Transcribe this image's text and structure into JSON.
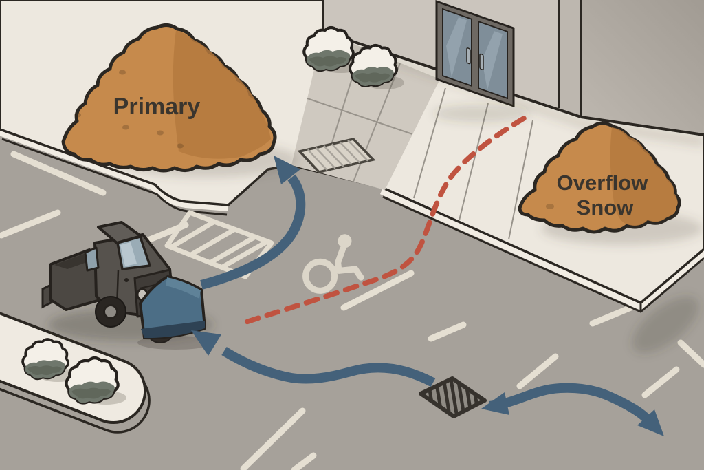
{
  "illustration": {
    "type": "isometric parking-lot snow management diagram",
    "labels": {
      "primary_pile": "Primary",
      "overflow_pile_line1": "Overflow",
      "overflow_pile_line2": "Snow"
    },
    "icons": {
      "wheelchair_symbol": "wheelchair-symbol",
      "storm_drain": "storm-drain-grate",
      "snow_shrub": "snow-covered-shrub",
      "plow_truck": "plow-truck",
      "route_arrows": "plow-path-arrow",
      "pedestrian_route": "dashed-route-line"
    },
    "colors": {
      "pile_orange": "#C68A4C",
      "pile_orange_shade": "#B4793E",
      "arrow_blue": "#44617A",
      "route_red": "#C05340",
      "plow_blue": "#4C6E86",
      "asphalt": "#A6A19A",
      "sidewalk": "#EDE8DF",
      "wall": "#CBC5BD",
      "outline": "#2B2722",
      "paint_white": "#E5DFD2",
      "truck_body": "#56524D",
      "glass_blue": "#9AACB6",
      "bush_green": "#6F776C",
      "snow_white": "#F4F0E8"
    }
  }
}
